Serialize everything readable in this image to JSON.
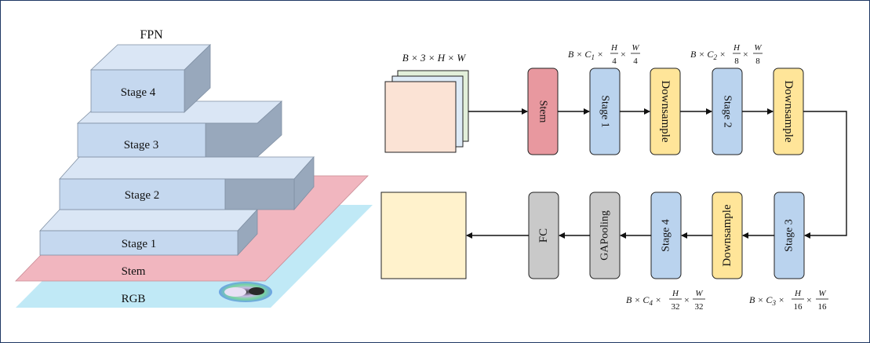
{
  "pyramid": {
    "title": "FPN",
    "rgb_label": "RGB",
    "stem_label": "Stem",
    "stage1_label": "Stage 1",
    "stage2_label": "Stage 2",
    "stage3_label": "Stage 3",
    "stage4_label": "Stage 4"
  },
  "pipeline": {
    "input_shape": "B × 3 × H × W",
    "stem": "Stem",
    "stage1": "Stage 1",
    "down1": "Downsample",
    "stage2": "Stage 2",
    "down2": "Downsample",
    "stage3": "Stage 3",
    "down3": "Downsample",
    "stage4": "Stage 4",
    "gap": "GAPooling",
    "fc": "FC",
    "shape1": {
      "prefix": "B × C",
      "sub": "1",
      "n1": "H",
      "d1": "4",
      "n2": "W",
      "d2": "4"
    },
    "shape2": {
      "prefix": "B × C",
      "sub": "2",
      "n1": "H",
      "d1": "8",
      "n2": "W",
      "d2": "8"
    },
    "shape3": {
      "prefix": "B × C",
      "sub": "3",
      "n1": "H",
      "d1": "16",
      "n2": "W",
      "d2": "16"
    },
    "shape4": {
      "prefix": "B × C",
      "sub": "4",
      "n1": "H",
      "d1": "32",
      "n2": "W",
      "d2": "32"
    }
  },
  "colors": {
    "stage_face": "#c5d8ef",
    "stage_top": "#dae6f5",
    "stage_side": "#98a8bc",
    "stem_layer": "#f1b6bf",
    "rgb_layer": "#bde8f5",
    "stem_block": "#e8989f",
    "stage_block": "#bad3ee",
    "down_block": "#ffe599",
    "gray_block": "#c9c9c9",
    "input_face": "#fbe3d5",
    "output_face": "#fff2cc"
  }
}
